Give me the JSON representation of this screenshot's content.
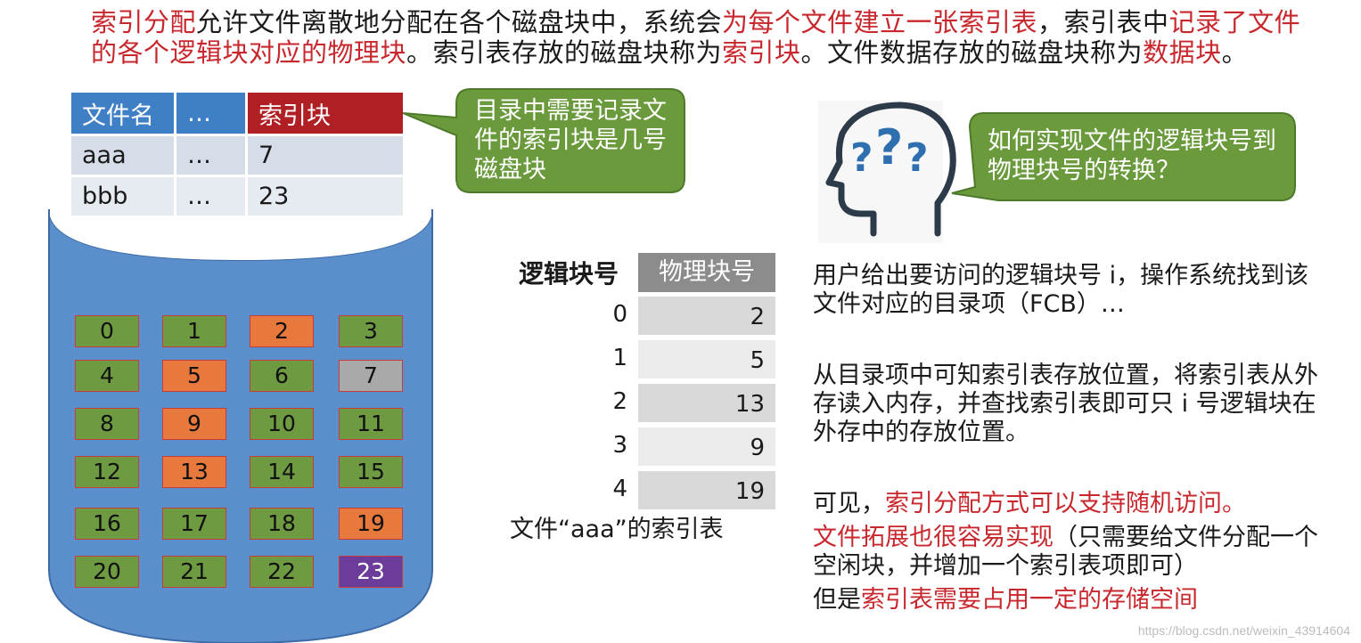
{
  "intro": {
    "s1": "索引分配",
    "s2": "允许文件离散地分配在各个磁盘块中，系统会",
    "s3": "为每个文件建立一张索引表",
    "s4": "，索引表中",
    "s5": "记录了文件的各个逻辑块对应的物理块",
    "s6": "。索引表存放的磁盘块称为",
    "s7": "索引块",
    "s8": "。文件数据存放的磁盘块称为",
    "s9": "数据块",
    "s10": "。"
  },
  "directory": {
    "headers": [
      "文件名",
      "…",
      "索引块"
    ],
    "rows": [
      [
        "aaa",
        "…",
        "7"
      ],
      [
        "bbb",
        "…",
        "23"
      ]
    ]
  },
  "dir_callout": "目录中需要记录文件的索引块是几号磁盘块",
  "head_callout": "如何实现文件的逻辑块号到物理块号的转换？",
  "blocks": [
    {
      "n": "0",
      "c": "green"
    },
    {
      "n": "1",
      "c": "green"
    },
    {
      "n": "2",
      "c": "orange"
    },
    {
      "n": "3",
      "c": "green"
    },
    {
      "n": "4",
      "c": "green"
    },
    {
      "n": "5",
      "c": "orange"
    },
    {
      "n": "6",
      "c": "green"
    },
    {
      "n": "7",
      "c": "gray"
    },
    {
      "n": "8",
      "c": "green"
    },
    {
      "n": "9",
      "c": "orange"
    },
    {
      "n": "10",
      "c": "green"
    },
    {
      "n": "11",
      "c": "green"
    },
    {
      "n": "12",
      "c": "green"
    },
    {
      "n": "13",
      "c": "orange"
    },
    {
      "n": "14",
      "c": "green"
    },
    {
      "n": "15",
      "c": "green"
    },
    {
      "n": "16",
      "c": "green"
    },
    {
      "n": "17",
      "c": "green"
    },
    {
      "n": "18",
      "c": "green"
    },
    {
      "n": "19",
      "c": "orange"
    },
    {
      "n": "20",
      "c": "green"
    },
    {
      "n": "21",
      "c": "green"
    },
    {
      "n": "22",
      "c": "green"
    },
    {
      "n": "23",
      "c": "purple"
    }
  ],
  "index_table": {
    "col_logical": "逻辑块号",
    "col_physical": "物理块号",
    "rows": [
      {
        "logical": "0",
        "physical": "2"
      },
      {
        "logical": "1",
        "physical": "5"
      },
      {
        "logical": "2",
        "physical": "13"
      },
      {
        "logical": "3",
        "physical": "9"
      },
      {
        "logical": "4",
        "physical": "19"
      }
    ],
    "caption": "文件“aaa”的索引表"
  },
  "right": {
    "p1": "用户给出要访问的逻辑块号 i，操作系统找到该文件对应的目录项（FCB）…",
    "p2": "从目录项中可知索引表存放位置，将索引表从外存读入内存，并查找索引表即可只 i 号逻辑块在外存中的存放位置。",
    "p3a": "可见，",
    "p3b": "索引分配方式可以支持随机访问。",
    "p4a": "文件拓展也很容易实现",
    "p4b": "（只需要给文件分配一个空闲块，并增加一个索引表项即可）",
    "p5a": "但是",
    "p5b": "索引表需要占用一定的存储空间"
  },
  "watermark": "https://blog.csdn.net/weixin_43914604",
  "colors": {
    "highlight_red": "#c8282d",
    "disk_blue": "#5b8fcb",
    "block_green": "#6e9a42",
    "block_orange": "#e8793c",
    "block_gray": "#a9a9a9",
    "block_purple": "#6b3c99",
    "callout_green": "#6a9a3c"
  }
}
